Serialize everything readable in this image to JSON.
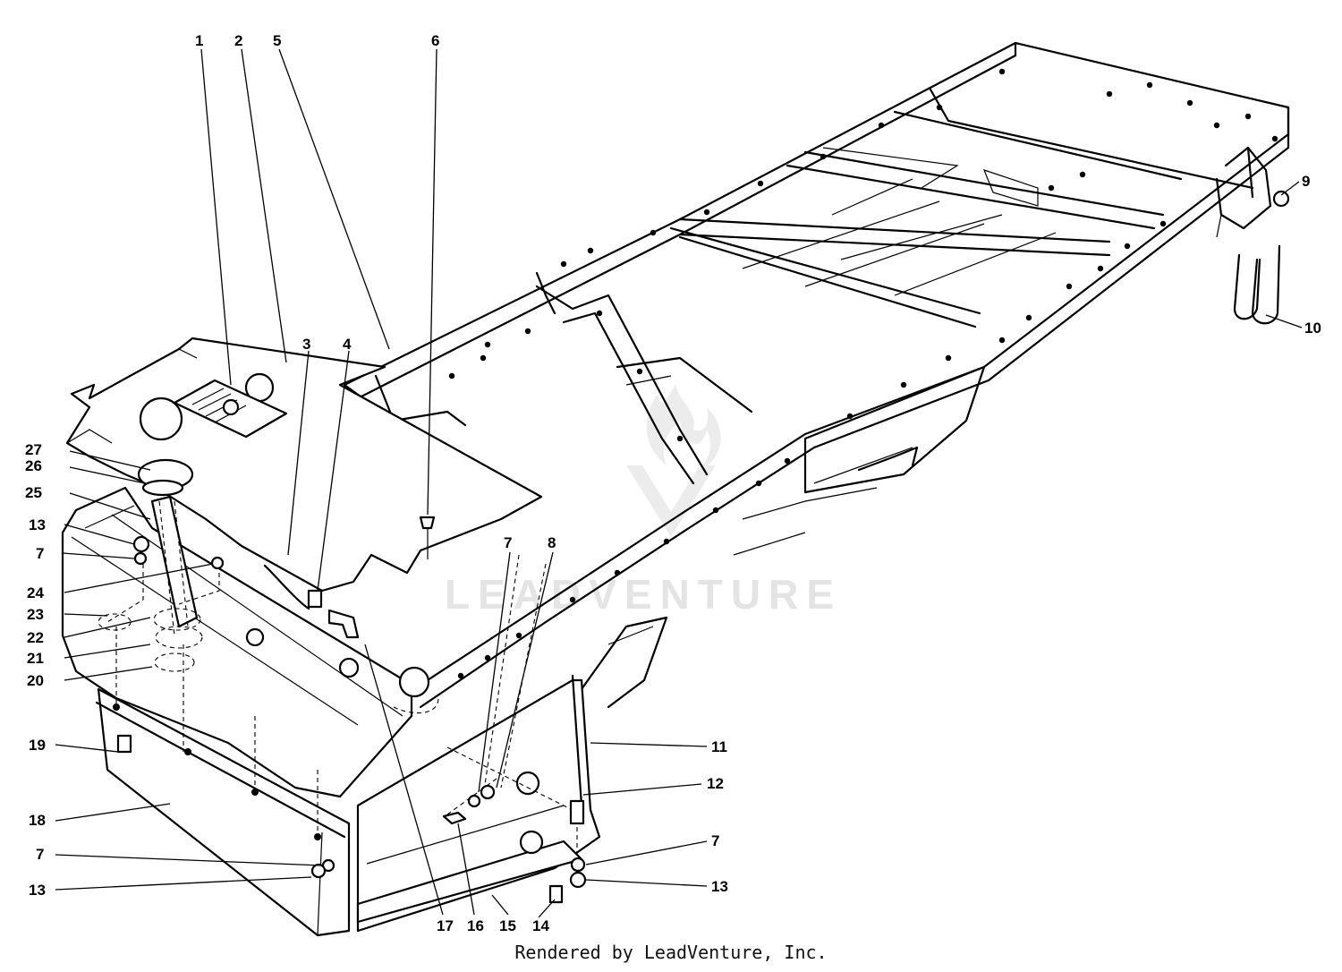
{
  "callouts": [
    "1",
    "2",
    "5",
    "6",
    "3",
    "4",
    "9",
    "10",
    "27",
    "26",
    "25",
    "13",
    "7",
    "24",
    "23",
    "22",
    "21",
    "20",
    "8",
    "7",
    "11",
    "19",
    "12",
    "18",
    "7",
    "13",
    "17",
    "16",
    "15",
    "14",
    "7",
    "13"
  ],
  "watermark": "LEADVENTURE",
  "footer": "Rendered by LeadVenture, Inc."
}
